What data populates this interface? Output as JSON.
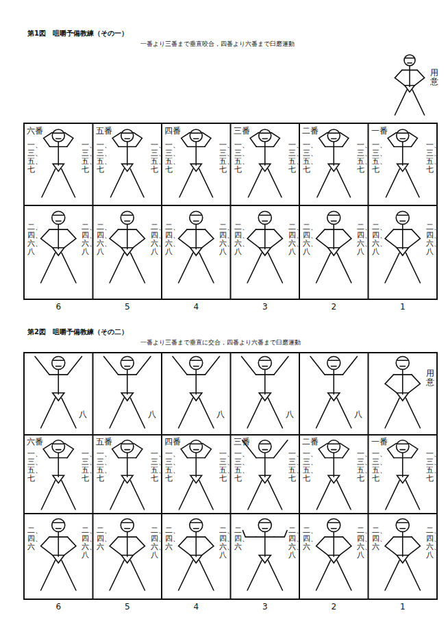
{
  "diagram": {
    "title": "第1図　咀嚼予備教練（その一）",
    "nodes": [
      {
        "text": [
          "一番",
          "一、三、五、七",
          "一、三、五、七",
          "二、四、六、八",
          "二、四、六、八"
        ]
      },
      {
        "text": [
          "二番",
          "一、三、五、七",
          "一、三、五、七",
          "二、四、六、八",
          "二、四、六、八"
        ]
      },
      {
        "text": [
          "三番",
          "一、三、五、七",
          "一、三、五、七",
          "二、四、六、八",
          "二、四、六、八"
        ]
      },
      {
        "text": [
          "四番",
          "一、三、五、七",
          "一、三、五、七",
          "二、四、六、八",
          "二、四、六、八"
        ]
      },
      {
        "text": [
          "五番",
          "一、三、五、七",
          "一、三、五、七",
          "二、四、六、八",
          "二、四、六、八"
        ]
      },
      {
        "text": [
          "六番",
          "一、三、五、七",
          "一、三、五、七",
          "二、四、六、八",
          "二、四、六、八"
        ]
      },
      {
        "text": [
          "用意",
          "一番",
          "一、三、五、七",
          "一、三、五、七",
          "二、四、六、八",
          "二、四、六"
        ]
      },
      {
        "text": [
          "八",
          "二番",
          "一、三、五、七",
          "一、三、五、七",
          "二、四、六、八",
          "二、四、六"
        ]
      },
      {
        "text": [
          "八",
          "三番",
          "一、三、五、七",
          "一、三、五、七",
          "二、四、六、八",
          "二、四、六"
        ]
      },
      {
        "text": [
          "八",
          "四番",
          "一、三、五、七",
          "一、三、五、七",
          "二、四、六、八",
          "二、四、六"
        ]
      },
      {
        "text": [
          "八",
          "五番",
          "一、三、五、七",
          "一、三、五、七",
          "二、四、六、八",
          "二、四、六"
        ]
      },
      {
        "text": [
          "八",
          "六番",
          "一、三、五、七",
          "一、三、五、七",
          "二、四、六、八",
          "二、四、六"
        ]
      }
    ],
    "labels": [
      "一番より三番まで垂直咬合，四番より六番まで臼磨運動",
      "用意",
      "6",
      "5",
      "4",
      "3",
      "2",
      "1",
      "第2図　咀嚼予備教練（その二）",
      "一番より三番まで垂直に交合，四番より六番まで臼磨運動",
      "6",
      "5",
      "4",
      "3",
      "2",
      "1"
    ]
  }
}
